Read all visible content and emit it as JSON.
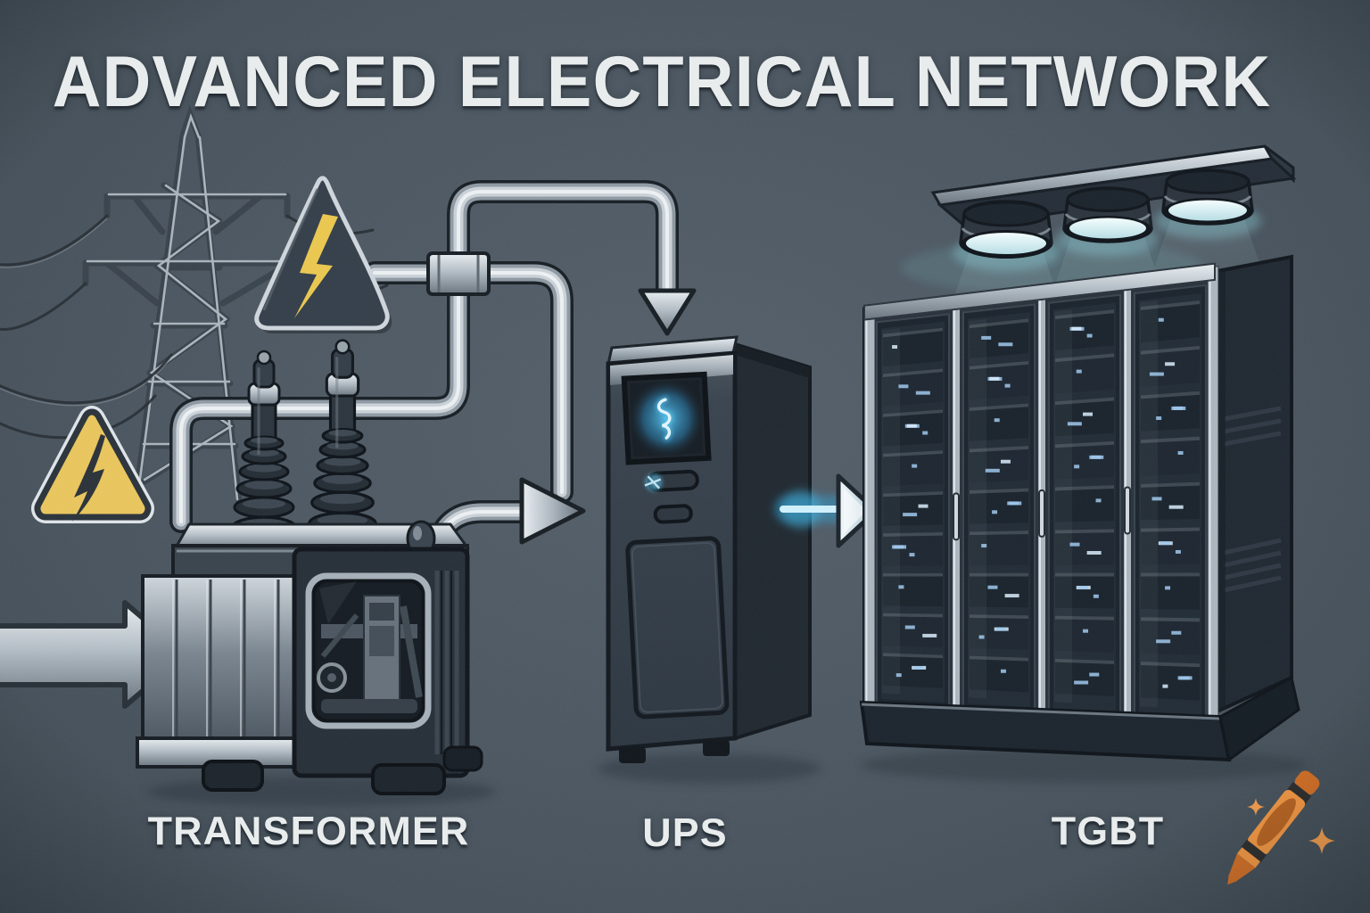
{
  "title": "ADVANCED ELECTRICAL NETWORK",
  "labels": {
    "transformer": "TRANSFORMER",
    "ups": "UPS",
    "tgbt": "TGBT"
  },
  "diagram": {
    "flow": [
      "power-grid-tower",
      "transformer",
      "ups",
      "tgbt-server-racks"
    ],
    "hazard_signs": [
      "dark-triangle-lightning",
      "yellow-triangle-lightning"
    ]
  },
  "icons": {
    "transmission-tower-icon": "lattice high-voltage pylon with sagging wires",
    "hazard-triangle-dark-icon": "dark triangle with yellow lightning bolt",
    "hazard-triangle-yellow-icon": "yellow triangle with black lightning bolt",
    "transformer-icon": "oil transformer with bushings and inspection window",
    "ups-cabinet-icon": "UPS tower with glowing cyan screen",
    "server-rack-icon": "four-door TGBT switchboard racks with blue LEDs",
    "ceiling-lights-icon": "three cylindrical downlights on a beam",
    "flow-arrow-icon": "metallic pipe arrows",
    "power-beam-icon": "glowing blue arrow from UPS to TGBT",
    "crayon-logo-icon": "orange crayon with sparkles"
  },
  "colors": {
    "background": "#4a555f",
    "title_text": "#e8ecec",
    "bolt_yellow": "#e9c64e",
    "warning_yellow": "#e8c45c",
    "glow_cyan": "#56c3ee",
    "metal_light": "#d6dde2",
    "rack_led_blue": "#9ec7ec",
    "crayon_orange": "#ef9440"
  }
}
